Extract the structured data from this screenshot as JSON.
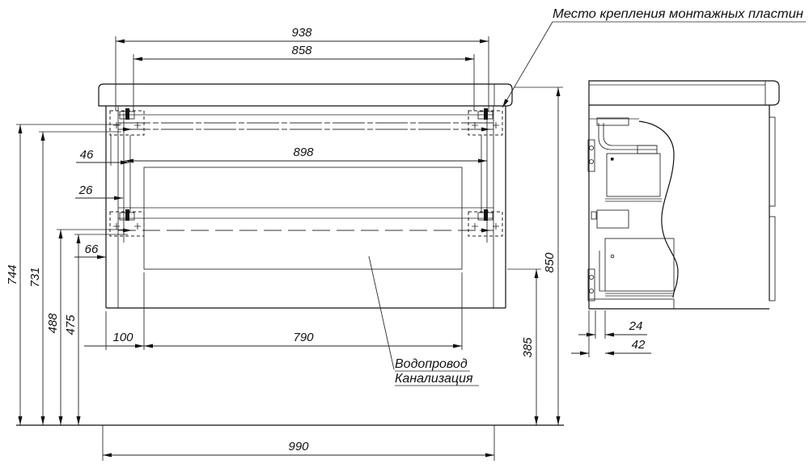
{
  "labels": {
    "mounting_plates": "Место крепления монтажных пластин",
    "water_supply": "Водопровод",
    "sewerage": "Канализация"
  },
  "dims": {
    "mount_outer_width": "938",
    "mount_inner_width": "858",
    "niche_width": "898",
    "screw_offset_top": "46",
    "screw_offset_mid": "26",
    "screw_offset_bottom": "66",
    "top_row_height": "744",
    "second_row_height": "731",
    "lower_row_height": "488",
    "lower_second_height": "475",
    "niche_left_offset": "100",
    "niche_opening_width": "790",
    "niche_bottom_height": "385",
    "cabinet_height": "850",
    "overall_width": "990",
    "plinth_recess": "24",
    "wall_offset": "42"
  },
  "colors": {
    "line": "#1a1a1a",
    "hatch": "#555555",
    "background": "#ffffff"
  }
}
